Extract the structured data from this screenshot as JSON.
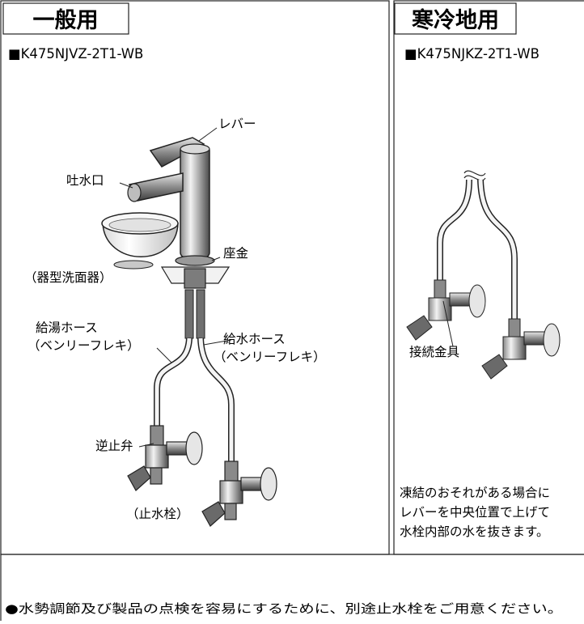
{
  "general": {
    "title": "一般用",
    "model": "■K475NJVZ-2T1-WB",
    "labels": {
      "lever": "レバー",
      "spout": "吐水口",
      "bowl": "（器型洗面器）",
      "washer": "座金",
      "hot_hose_1": "給湯ホース",
      "hot_hose_2": "（ベンリーフレキ）",
      "cold_hose_1": "給水ホース",
      "cold_hose_2": "（ベンリーフレキ）",
      "check_valve": "逆止弁",
      "stop_valve": "（止水栓）"
    }
  },
  "cold_region": {
    "title": "寒冷地用",
    "model": "■K475NJKZ-2T1-WB",
    "labels": {
      "fitting": "接続金具"
    },
    "note_lines": [
      "凍結のおそれがある場合に",
      "レバーを中央位置で上げて",
      "水栓内部の水を抜きます。"
    ]
  },
  "footer_note": "●水勢調節及び製品の点検を容易にするために、別途止水栓をご用意ください。"
}
